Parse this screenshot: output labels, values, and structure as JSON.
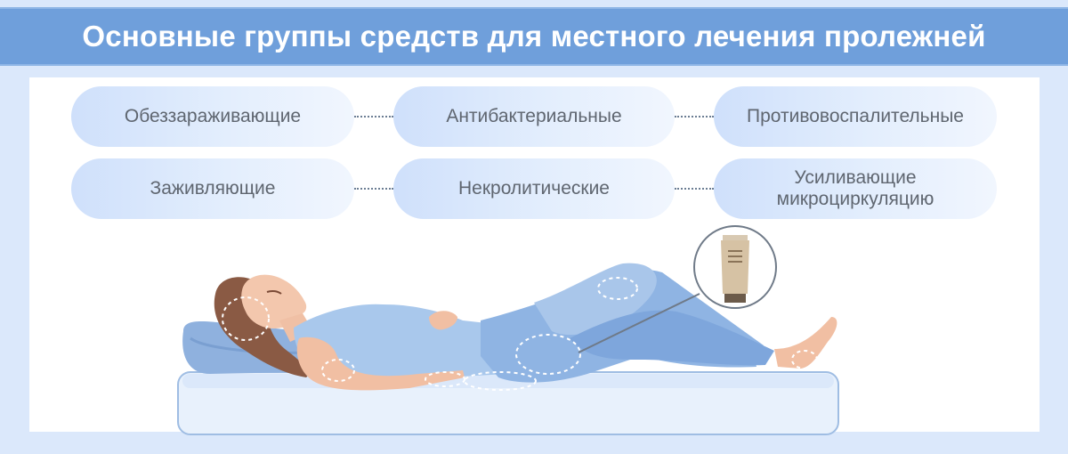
{
  "header": {
    "title": "Основные группы средств для местного лечения пролежней"
  },
  "groups": {
    "row1": [
      "Обеззараживающие",
      "Антибактериальные",
      "Противовоспалительные"
    ],
    "row2": [
      "Заживляющие",
      "Некролитические",
      "Усиливающие микроциркуляцию"
    ]
  },
  "icons": {
    "patient": "person-lying-on-mattress-icon",
    "cream": "ointment-tube-icon"
  },
  "colors": {
    "header": "#6f9fdb",
    "pill": "#d6e5fb",
    "clothing": "#9fc0e6",
    "mattress": "#e6f0fc"
  }
}
